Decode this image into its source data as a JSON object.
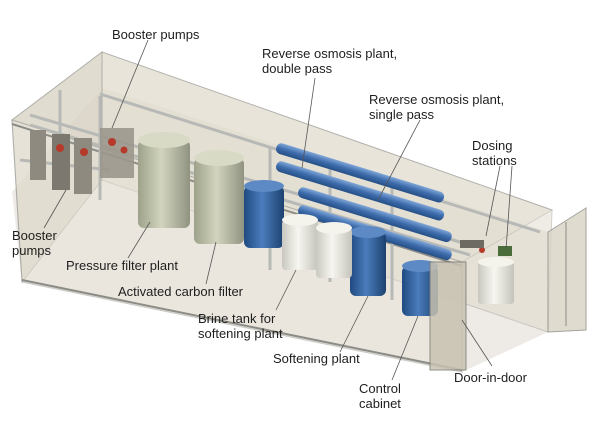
{
  "labels": {
    "booster_pumps_top": "Booster pumps",
    "ro_double": [
      "Reverse osmosis plant,",
      "double pass"
    ],
    "ro_single": [
      "Reverse osmosis plant,",
      "single pass"
    ],
    "dosing": [
      "Dosing",
      "stations"
    ],
    "booster_pumps_left": [
      "Booster",
      "pumps"
    ],
    "pressure_filter": "Pressure filter plant",
    "carbon_filter": "Activated carbon filter",
    "brine_tank": [
      "Brine tank for",
      "softening plant"
    ],
    "softening": "Softening plant",
    "door": "Door-in-door",
    "control": [
      "Control",
      "cabinet"
    ]
  },
  "colors": {
    "container_tint": "#dcd6c6",
    "frame": "#9a9a94",
    "pipe_grey": "#b7b9b7",
    "vessel_blue": "#2f5f9a",
    "membrane_blue": "#4b79b8",
    "filter_tank": "#bcbfa6",
    "brine_tank": "#ebeae2",
    "valve_red": "#b53a2a",
    "leader_line": "#555555"
  }
}
